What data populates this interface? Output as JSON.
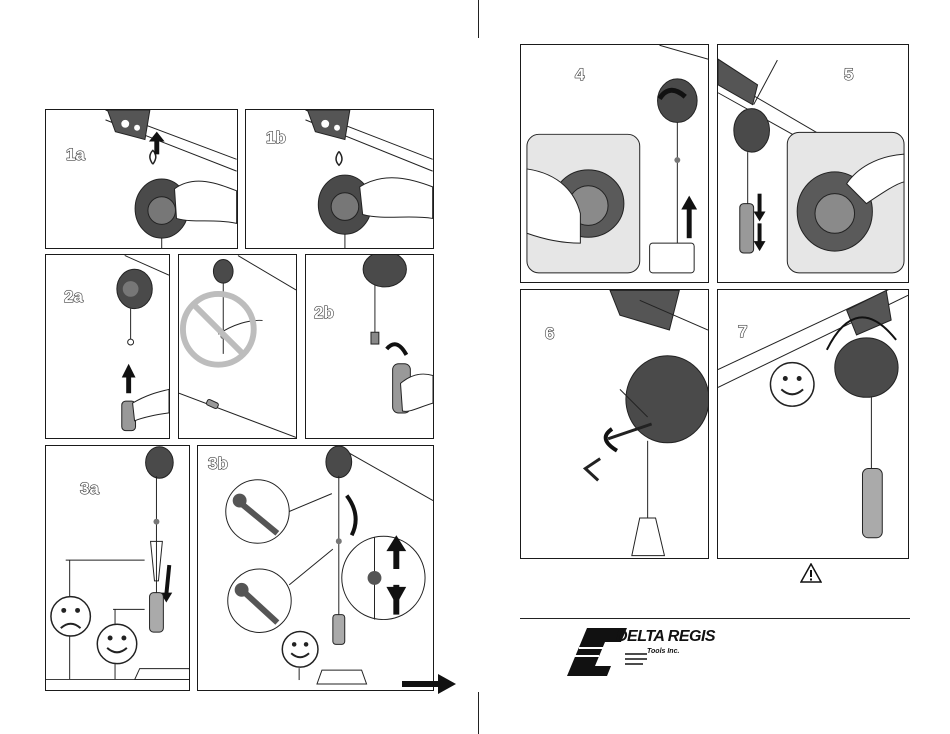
{
  "steps": {
    "s1a": "1a",
    "s1b": "1b",
    "s2a": "2a",
    "s2b": "2b",
    "s3a": "3a",
    "s3b": "3b",
    "s4": "4",
    "s5": "5",
    "s6": "6",
    "s7": "7"
  },
  "brand": {
    "name": "DELTA REGIS",
    "sub": "Tools Inc."
  },
  "icons": {
    "warning": "warning-triangle-icon",
    "next": "arrow-right-icon",
    "happy": "smiley-happy-icon",
    "sad": "smiley-sad-icon",
    "prohibited": "prohibited-icon"
  },
  "colors": {
    "line": "#1a1a1a",
    "body": "#4a4a4a",
    "inset": "#e6e6e6",
    "prohibit": "#bdbdbd"
  }
}
